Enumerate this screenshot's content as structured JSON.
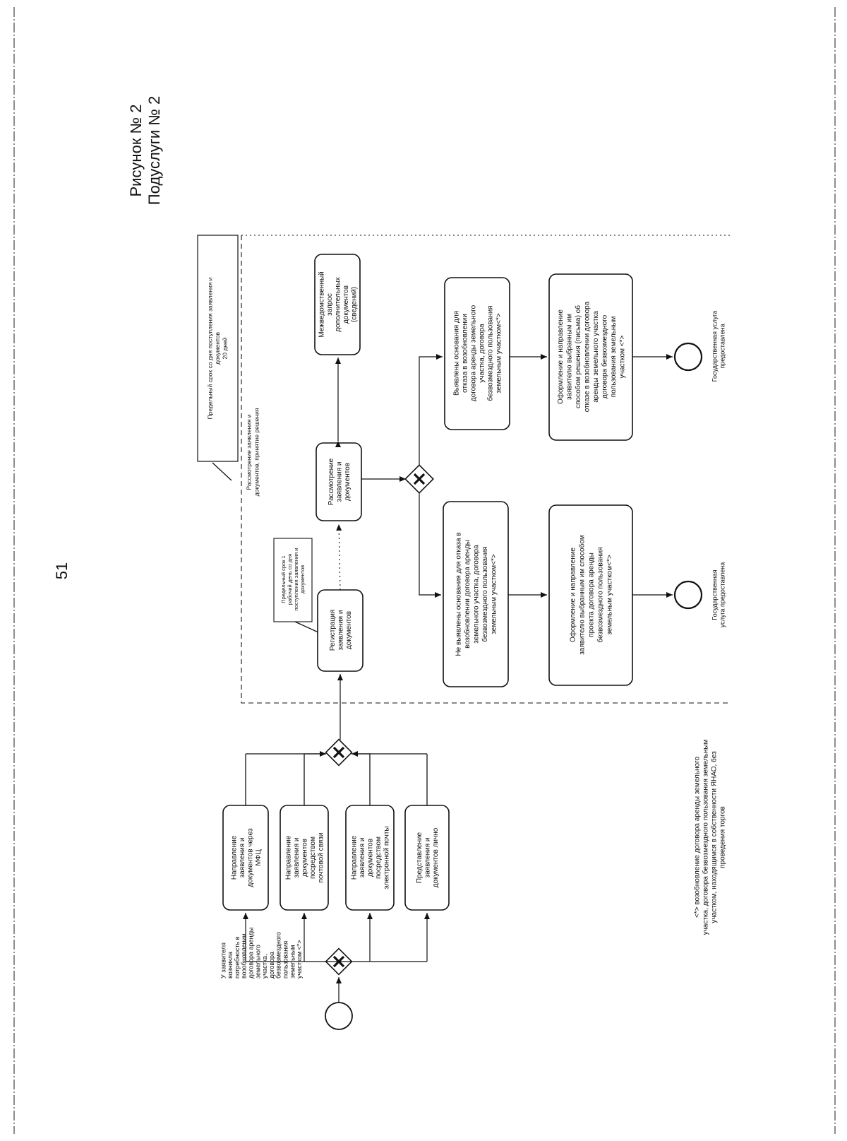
{
  "page": {
    "number": "51",
    "title_line1": "Рисунок № 2",
    "title_line2": "Подуслуги № 2"
  },
  "annotations": {
    "deadline_20_days": [
      "Предельный срок со дня поступления заявления и",
      "документов",
      "20 дней"
    ],
    "review_stage": [
      "Рассмотрение заявления и",
      "документов, принятие решения"
    ],
    "deadline_1_day": [
      "Предельный срок 1",
      "рабочий день со дня",
      "поступления заявления и",
      "документов"
    ]
  },
  "nodes": {
    "start_event": [
      "У заявителя",
      "возникла",
      "потребность в",
      "возобновлении",
      "договора аренды",
      "земельного",
      "участка,",
      "договора",
      "безвозмездного",
      "пользования",
      "земельным",
      "участком <*>"
    ],
    "submit_mfc": [
      "Направление",
      "заявления и",
      "документов через",
      "МФЦ"
    ],
    "submit_post": [
      "Направление",
      "заявления и",
      "документов",
      "посредством",
      "почтовой связи"
    ],
    "submit_email": [
      "Направление",
      "заявления и",
      "документов",
      "посредством",
      "электронной почты"
    ],
    "submit_personal": [
      "Представление",
      "заявления и",
      "документов лично"
    ],
    "registration": [
      "Регистрация",
      "заявления и",
      "документов"
    ],
    "review": [
      "Рассмотрение",
      "заявления и",
      "документов"
    ],
    "interagency_request": [
      "Межведомственный",
      "запрос",
      "дополнительных",
      "документов",
      "(сведений)"
    ],
    "no_refusal_grounds": [
      "Не выявлены основания для отказа в",
      "возобновлении договора аренды",
      "земельного участка, договора",
      "безвозмездного пользования",
      "земельным участком<*>"
    ],
    "refusal_grounds": [
      "Выявлены основания для",
      "отказа в возобновлении",
      "договора аренды земельного",
      "участка, договора",
      "безвозмездного пользования",
      "земельным участком<*>"
    ],
    "prepare_draft": [
      "Оформление и направление",
      "заявителю выбранным им способом",
      "проекта договора аренды",
      "безвозмездного пользования",
      "земельным участком<*>"
    ],
    "prepare_refusal": [
      "Оформление и направление",
      "заявителю выбранным им",
      "способом решения (письма) об",
      "отказе в возобновлении договора",
      "аренды земельного участка",
      "договора безвозмездного",
      "пользования земельным",
      "участком <*>"
    ],
    "end_event_1": [
      "Государственная",
      "услуга предоставлена"
    ],
    "end_event_2": [
      "Государственная услуга",
      "предоставлена"
    ]
  },
  "footnote": [
    "<*>   возобновление   договора   аренды   земельного",
    "участка, договора безвозмездного пользования земельным",
    "участком,   находящимся   в   собственности   ЯНАО,   без",
    "проведения торгов"
  ],
  "icons": {
    "gateway": "exclusive-gateway-x",
    "start": "start-event-circle",
    "end": "end-event-circle"
  }
}
